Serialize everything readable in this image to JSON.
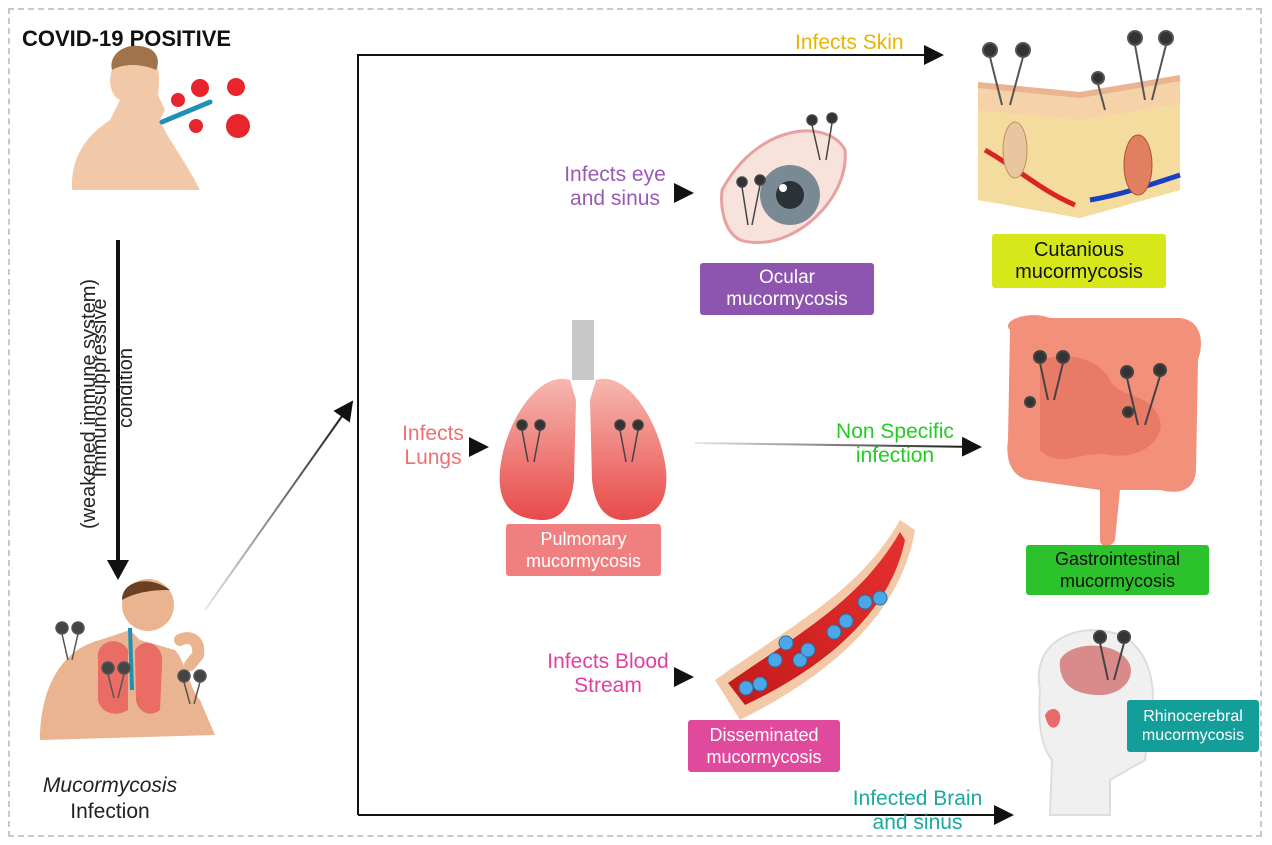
{
  "title": "COVID-19 POSITIVE",
  "immune": {
    "line1": "Immunosuppressive",
    "line2": "condition",
    "line3": "(weakened immune system)"
  },
  "infection": {
    "line1": "Mucormycosis",
    "line2": "Infection"
  },
  "routes": {
    "skin": "Infects Skin",
    "eye1": "Infects eye",
    "eye2": "and sinus",
    "lungs1": "Infects",
    "lungs2": "Lungs",
    "nonspecific1": "Non Specific",
    "nonspecific2": "infection",
    "blood1": "Infects Blood",
    "blood2": "Stream",
    "brain1": "Infected Brain",
    "brain2": "and sinus"
  },
  "boxes": {
    "cutaneous1": "Cutanious",
    "cutaneous2": "mucormycosis",
    "ocular1": "Ocular",
    "ocular2": "mucormycosis",
    "pulmonary1": "Pulmonary",
    "pulmonary2": "mucormycosis",
    "gi1": "Gastrointestinal",
    "gi2": "mucormycosis",
    "disseminated1": "Disseminated",
    "disseminated2": "mucormycosis",
    "rhino1": "Rhinocerebral",
    "rhino2": "mucormycosis"
  },
  "colors": {
    "skin_label": "#e8b400",
    "eye_label": "#9b59b6",
    "lungs_label": "#f07070",
    "nonspecific_label": "#22cc22",
    "blood_label": "#e040a0",
    "brain_label": "#1aa8a0",
    "cutaneous_box": "#d7e81a",
    "ocular_box": "#8e55b0",
    "pulmonary_box": "#f08080",
    "gi_box": "#2bc22b",
    "disseminated_box": "#e04a9c",
    "rhino_box": "#139e9a"
  }
}
